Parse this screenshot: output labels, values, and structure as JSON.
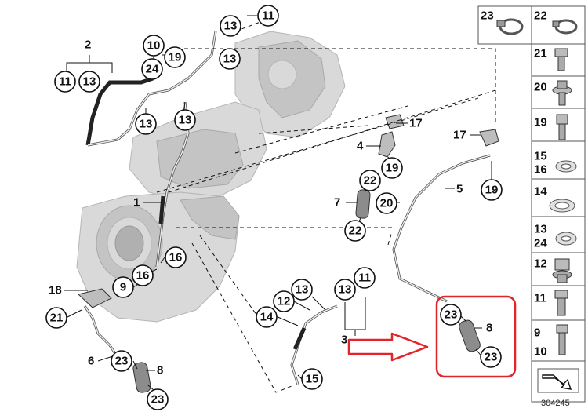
{
  "callouts": {
    "c11_top": "11",
    "c13_a": "13",
    "c13_b": "13",
    "c2": "2",
    "c11_left": "11",
    "c13_left": "13",
    "c10": "10",
    "c24": "24",
    "c19_top": "19",
    "c13_c": "13",
    "c13_d": "13",
    "c17_a": "17",
    "c4": "4",
    "c19_mid": "19",
    "c17_b": "17",
    "c5": "5",
    "c19_right": "19",
    "c22_a": "22",
    "c7": "7",
    "c20": "20",
    "c22_b": "22",
    "c1": "1",
    "c16_a": "16",
    "c16_b": "16",
    "c9": "9",
    "c18": "18",
    "c21": "21",
    "c6": "6",
    "c23_a": "23",
    "c8_a": "8",
    "c23_b": "23",
    "c13_e": "13",
    "c11_e": "11",
    "c12": "12",
    "c14": "14",
    "c13_f": "13",
    "c3": "3",
    "c15": "15",
    "c23_c": "23",
    "c8_b": "8",
    "c23_d": "23"
  },
  "parts_panel": {
    "rows": [
      {
        "left": "23",
        "right": "22"
      },
      {
        "right": "21"
      },
      {
        "right": "20"
      },
      {
        "right": "19"
      },
      {
        "right": "15",
        "right2": "16"
      },
      {
        "right": "14"
      },
      {
        "right": "13",
        "right2": "24"
      },
      {
        "right": "12"
      },
      {
        "right": "11"
      },
      {
        "right": "9",
        "right2": "10"
      }
    ]
  },
  "footer": {
    "diagram_number": "304245"
  },
  "colors": {
    "highlight": "#e0262a",
    "line": "#111111",
    "part_fill": "#d9d9d9"
  },
  "icons": {
    "arrow": "arrow-right-icon",
    "panel_arrow": "arrow-down-right-icon"
  }
}
